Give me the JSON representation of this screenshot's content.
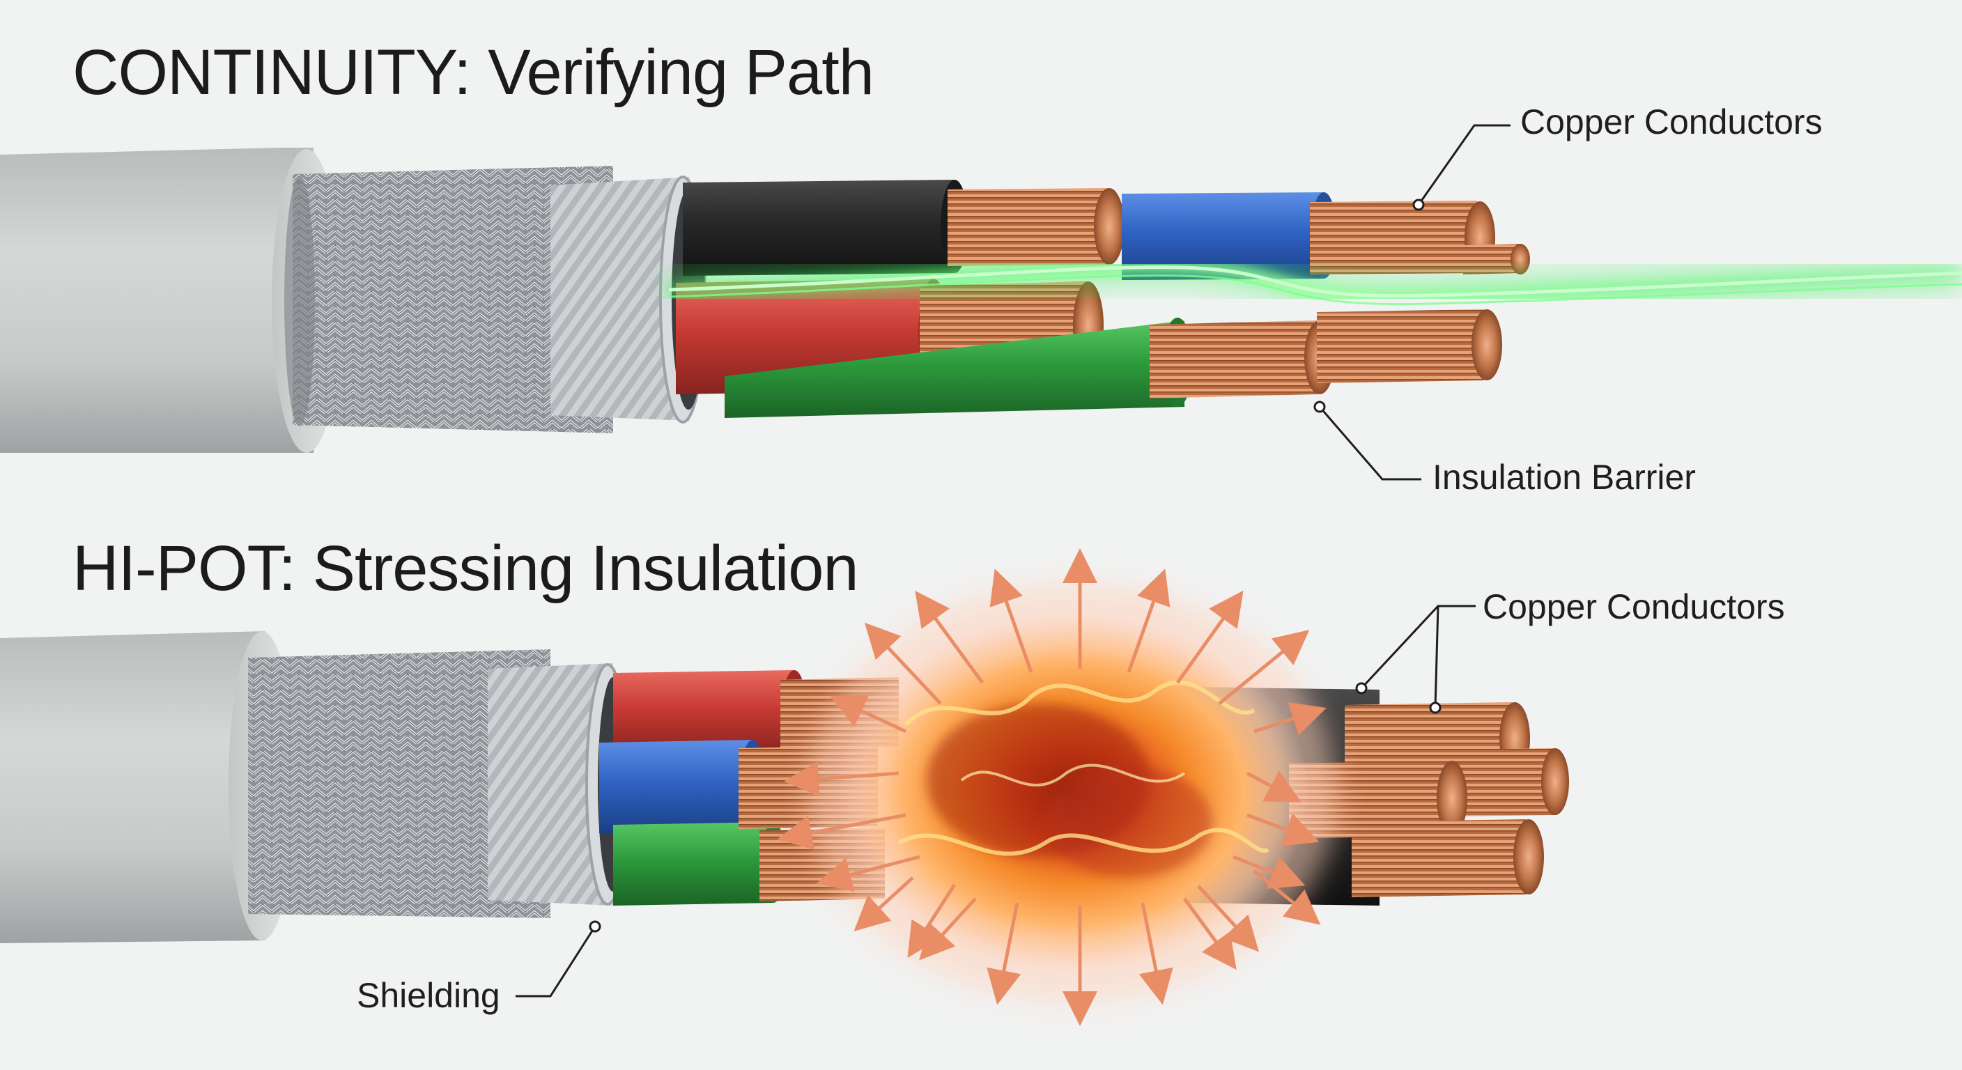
{
  "titles": {
    "continuity": "CONTINUITY: Verifying Path",
    "hipot": "HI-POT: Stressing Insulation"
  },
  "callouts": {
    "copper_top": "Copper Conductors",
    "insulation": "Insulation Barrier",
    "copper_bottom": "Copper Conductors",
    "shielding": "Shielding"
  },
  "colors": {
    "background": "#f1f2f2",
    "jacket": "#c9cbcb",
    "shield_braid": "#9ea2a6",
    "copper": "#c7784a",
    "wire_black": "#232323",
    "wire_blue": "#2f63c4",
    "wire_red": "#c73a33",
    "wire_green": "#2c9a3c",
    "continuity_signal": "#3cf25e",
    "breakdown_glow": "#f2701e",
    "stress_arrow": "#e98d66"
  }
}
